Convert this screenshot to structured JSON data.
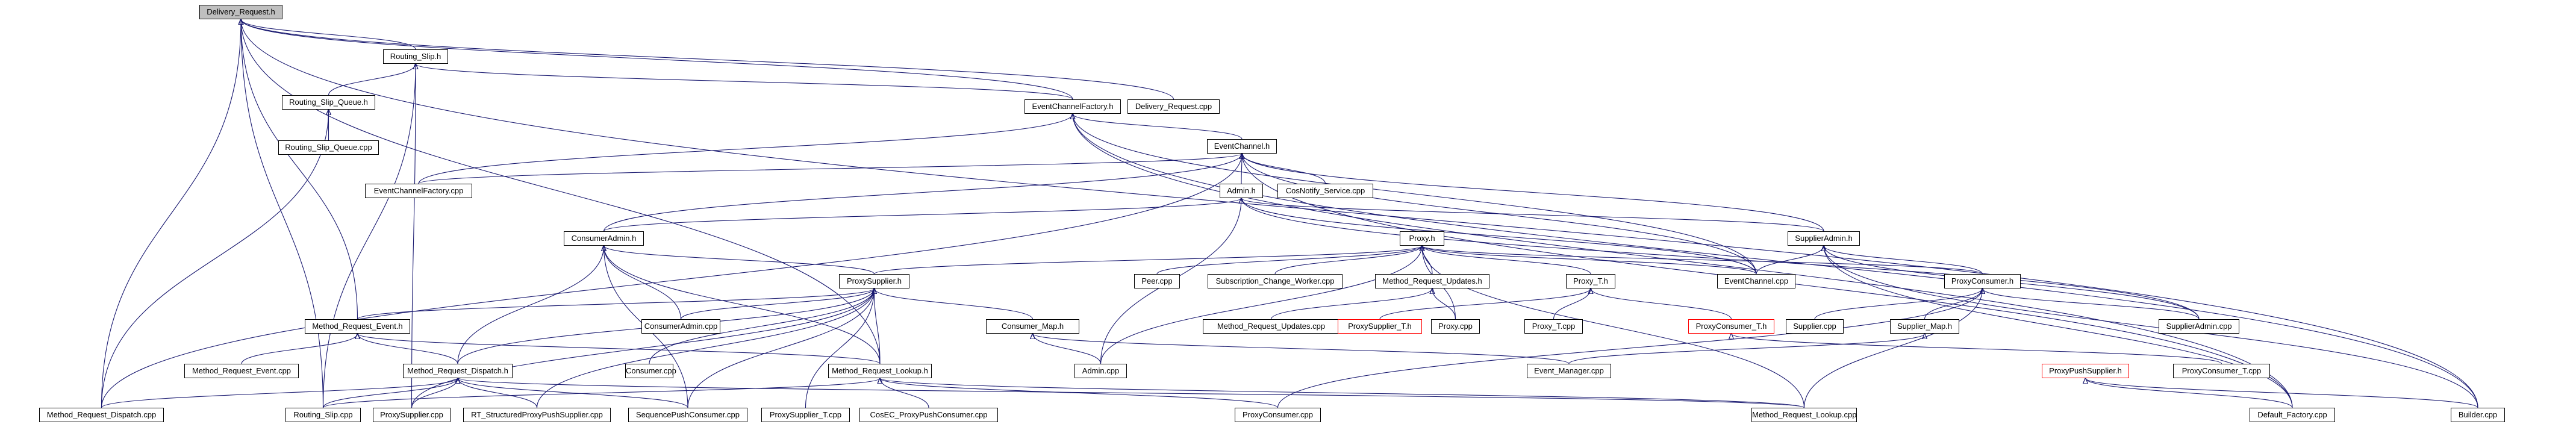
{
  "diagram": {
    "title": "Included-by dependency graph",
    "edge_color": "#191970",
    "root_fill": "#bfbfbf",
    "truncated_border": "#ff0000",
    "nodes": [
      {
        "id": "delivery_request_h",
        "label": "Delivery_Request.h",
        "kind": "root"
      },
      {
        "id": "routing_slip_h",
        "label": "Routing_Slip.h",
        "kind": "normal"
      },
      {
        "id": "routing_slip_queue_h",
        "label": "Routing_Slip_Queue.h",
        "kind": "normal"
      },
      {
        "id": "eventchannelfactory_h",
        "label": "EventChannelFactory.h",
        "kind": "normal"
      },
      {
        "id": "delivery_request_cpp",
        "label": "Delivery_Request.cpp",
        "kind": "normal"
      },
      {
        "id": "routing_slip_queue_cpp",
        "label": "Routing_Slip_Queue.cpp",
        "kind": "normal"
      },
      {
        "id": "eventchannel_h",
        "label": "EventChannel.h",
        "kind": "normal"
      },
      {
        "id": "eventchannelfactory_cpp",
        "label": "EventChannelFactory.cpp",
        "kind": "normal"
      },
      {
        "id": "admin_h",
        "label": "Admin.h",
        "kind": "normal"
      },
      {
        "id": "cosnotify_service_cpp",
        "label": "CosNotify_Service.cpp",
        "kind": "normal"
      },
      {
        "id": "consumeradmin_h",
        "label": "ConsumerAdmin.h",
        "kind": "normal"
      },
      {
        "id": "proxy_h",
        "label": "Proxy.h",
        "kind": "normal"
      },
      {
        "id": "supplieradmin_h",
        "label": "SupplierAdmin.h",
        "kind": "normal"
      },
      {
        "id": "proxysupplier_h",
        "label": "ProxySupplier.h",
        "kind": "normal"
      },
      {
        "id": "peer_cpp",
        "label": "Peer.cpp",
        "kind": "normal"
      },
      {
        "id": "subscription_change_worker_cpp",
        "label": "Subscription_Change_Worker.cpp",
        "kind": "normal"
      },
      {
        "id": "method_request_updates_h",
        "label": "Method_Request_Updates.h",
        "kind": "normal"
      },
      {
        "id": "proxy_t_h",
        "label": "Proxy_T.h",
        "kind": "normal"
      },
      {
        "id": "eventchannel_cpp",
        "label": "EventChannel.cpp",
        "kind": "normal"
      },
      {
        "id": "proxyconsumer_h",
        "label": "ProxyConsumer.h",
        "kind": "normal"
      },
      {
        "id": "consumeradmin_cpp",
        "label": "ConsumerAdmin.cpp",
        "kind": "normal"
      },
      {
        "id": "method_request_event_h",
        "label": "Method_Request_Event.h",
        "kind": "normal"
      },
      {
        "id": "consumer_map_h",
        "label": "Consumer_Map.h",
        "kind": "normal"
      },
      {
        "id": "method_request_updates_cpp",
        "label": "Method_Request_Updates.cpp",
        "kind": "normal"
      },
      {
        "id": "proxysupplier_t_h",
        "label": "ProxySupplier_T.h",
        "kind": "truncated"
      },
      {
        "id": "proxy_cpp",
        "label": "Proxy.cpp",
        "kind": "normal"
      },
      {
        "id": "proxy_t_cpp",
        "label": "Proxy_T.cpp",
        "kind": "normal"
      },
      {
        "id": "proxyconsumer_t_h",
        "label": "ProxyConsumer_T.h",
        "kind": "truncated"
      },
      {
        "id": "supplier_cpp",
        "label": "Supplier.cpp",
        "kind": "normal"
      },
      {
        "id": "supplier_map_h",
        "label": "Supplier_Map.h",
        "kind": "normal"
      },
      {
        "id": "supplieradmin_cpp",
        "label": "SupplierAdmin.cpp",
        "kind": "normal"
      },
      {
        "id": "method_request_event_cpp",
        "label": "Method_Request_Event.cpp",
        "kind": "normal"
      },
      {
        "id": "method_request_dispatch_h",
        "label": "Method_Request_Dispatch.h",
        "kind": "normal"
      },
      {
        "id": "consumer_cpp",
        "label": "Consumer.cpp",
        "kind": "normal"
      },
      {
        "id": "method_request_lookup_h",
        "label": "Method_Request_Lookup.h",
        "kind": "normal"
      },
      {
        "id": "admin_cpp",
        "label": "Admin.cpp",
        "kind": "normal"
      },
      {
        "id": "event_manager_cpp",
        "label": "Event_Manager.cpp",
        "kind": "normal"
      },
      {
        "id": "proxypushsupplier_h",
        "label": "ProxyPushSupplier.h",
        "kind": "truncated"
      },
      {
        "id": "proxyconsumer_t_cpp",
        "label": "ProxyConsumer_T.cpp",
        "kind": "normal"
      },
      {
        "id": "method_request_dispatch_cpp",
        "label": "Method_Request_Dispatch.cpp",
        "kind": "normal"
      },
      {
        "id": "routing_slip_cpp",
        "label": "Routing_Slip.cpp",
        "kind": "normal"
      },
      {
        "id": "proxysupplier_cpp",
        "label": "ProxySupplier.cpp",
        "kind": "normal"
      },
      {
        "id": "rt_structuredproxypushsupplier_cpp",
        "label": "RT_StructuredProxyPushSupplier.cpp",
        "kind": "normal"
      },
      {
        "id": "sequencepushconsumer_cpp",
        "label": "SequencePushConsumer.cpp",
        "kind": "normal"
      },
      {
        "id": "proxysupplier_t_cpp",
        "label": "ProxySupplier_T.cpp",
        "kind": "normal"
      },
      {
        "id": "cosec_proxypushconsumer_cpp",
        "label": "CosEC_ProxyPushConsumer.cpp",
        "kind": "normal"
      },
      {
        "id": "proxyconsumer_cpp",
        "label": "ProxyConsumer.cpp",
        "kind": "normal"
      },
      {
        "id": "method_request_lookup_cpp",
        "label": "Method_Request_Lookup.cpp",
        "kind": "normal"
      },
      {
        "id": "default_factory_cpp",
        "label": "Default_Factory.cpp",
        "kind": "normal"
      },
      {
        "id": "builder_cpp",
        "label": "Builder.cpp",
        "kind": "normal"
      }
    ],
    "edges": [
      [
        "routing_slip_h",
        "delivery_request_h"
      ],
      [
        "delivery_request_cpp",
        "delivery_request_h"
      ],
      [
        "eventchannelfactory_h",
        "delivery_request_h"
      ],
      [
        "method_request_dispatch_cpp",
        "delivery_request_h"
      ],
      [
        "routing_slip_cpp",
        "delivery_request_h"
      ],
      [
        "method_request_event_h",
        "delivery_request_h"
      ],
      [
        "method_request_lookup_h",
        "delivery_request_h"
      ],
      [
        "builder_cpp",
        "delivery_request_h"
      ],
      [
        "routing_slip_queue_h",
        "routing_slip_h"
      ],
      [
        "eventchannelfactory_h",
        "routing_slip_h"
      ],
      [
        "routing_slip_cpp",
        "routing_slip_h"
      ],
      [
        "proxysupplier_cpp",
        "routing_slip_h"
      ],
      [
        "routing_slip_queue_cpp",
        "routing_slip_queue_h"
      ],
      [
        "method_request_dispatch_cpp",
        "routing_slip_queue_h"
      ],
      [
        "eventchannel_h",
        "eventchannelfactory_h"
      ],
      [
        "eventchannelfactory_cpp",
        "eventchannelfactory_h"
      ],
      [
        "eventchannel_cpp",
        "eventchannelfactory_h"
      ],
      [
        "default_factory_cpp",
        "eventchannelfactory_h"
      ],
      [
        "builder_cpp",
        "eventchannelfactory_h"
      ],
      [
        "admin_h",
        "eventchannel_h"
      ],
      [
        "cosnotify_service_cpp",
        "eventchannel_h"
      ],
      [
        "eventchannelfactory_cpp",
        "eventchannel_h"
      ],
      [
        "eventchannel_cpp",
        "eventchannel_h"
      ],
      [
        "consumeradmin_h",
        "eventchannel_h"
      ],
      [
        "supplieradmin_h",
        "eventchannel_h"
      ],
      [
        "method_request_dispatch_cpp",
        "eventchannel_h"
      ],
      [
        "default_factory_cpp",
        "eventchannel_h"
      ],
      [
        "consumeradmin_h",
        "admin_h"
      ],
      [
        "supplieradmin_h",
        "admin_h"
      ],
      [
        "admin_cpp",
        "admin_h"
      ],
      [
        "eventchannel_cpp",
        "admin_h"
      ],
      [
        "supplieradmin_cpp",
        "admin_h"
      ],
      [
        "proxysupplier_h",
        "consumeradmin_h"
      ],
      [
        "consumeradmin_cpp",
        "consumeradmin_h"
      ],
      [
        "method_request_dispatch_h",
        "consumeradmin_h"
      ],
      [
        "method_request_lookup_h",
        "consumeradmin_h"
      ],
      [
        "sequencepushconsumer_cpp",
        "consumeradmin_h"
      ],
      [
        "proxysupplier_h",
        "proxy_h"
      ],
      [
        "proxyconsumer_h",
        "proxy_h"
      ],
      [
        "peer_cpp",
        "proxy_h"
      ],
      [
        "subscription_change_worker_cpp",
        "proxy_h"
      ],
      [
        "method_request_updates_h",
        "proxy_h"
      ],
      [
        "proxy_t_h",
        "proxy_h"
      ],
      [
        "eventchannel_cpp",
        "proxy_h"
      ],
      [
        "proxy_cpp",
        "proxy_h"
      ],
      [
        "admin_cpp",
        "proxy_h"
      ],
      [
        "method_request_lookup_cpp",
        "proxy_h"
      ],
      [
        "method_request_updates_cpp",
        "method_request_updates_h"
      ],
      [
        "proxy_cpp",
        "method_request_updates_h"
      ],
      [
        "proxy_t_cpp",
        "proxy_t_h"
      ],
      [
        "proxysupplier_t_h",
        "proxy_t_h"
      ],
      [
        "proxyconsumer_t_h",
        "proxy_t_h"
      ],
      [
        "proxyconsumer_h",
        "supplieradmin_h"
      ],
      [
        "supplieradmin_cpp",
        "supplieradmin_h"
      ],
      [
        "eventchannel_cpp",
        "supplieradmin_h"
      ],
      [
        "default_factory_cpp",
        "supplieradmin_h"
      ],
      [
        "builder_cpp",
        "supplieradmin_h"
      ],
      [
        "supplier_cpp",
        "proxyconsumer_h"
      ],
      [
        "supplier_map_h",
        "proxyconsumer_h"
      ],
      [
        "supplieradmin_cpp",
        "proxyconsumer_h"
      ],
      [
        "method_request_lookup_cpp",
        "proxyconsumer_h"
      ],
      [
        "proxyconsumer_cpp",
        "proxyconsumer_h"
      ],
      [
        "consumeradmin_cpp",
        "proxysupplier_h"
      ],
      [
        "consumer_cpp",
        "proxysupplier_h"
      ],
      [
        "method_request_event_h",
        "proxysupplier_h"
      ],
      [
        "consumer_map_h",
        "proxysupplier_h"
      ],
      [
        "method_request_dispatch_h",
        "proxysupplier_h"
      ],
      [
        "method_request_lookup_h",
        "proxysupplier_h"
      ],
      [
        "proxysupplier_cpp",
        "proxysupplier_h"
      ],
      [
        "rt_structuredproxypushsupplier_cpp",
        "proxysupplier_h"
      ],
      [
        "sequencepushconsumer_cpp",
        "proxysupplier_h"
      ],
      [
        "proxysupplier_t_cpp",
        "proxysupplier_h"
      ],
      [
        "admin_cpp",
        "consumer_map_h"
      ],
      [
        "event_manager_cpp",
        "consumer_map_h"
      ],
      [
        "method_request_event_cpp",
        "method_request_event_h"
      ],
      [
        "method_request_dispatch_h",
        "method_request_event_h"
      ],
      [
        "method_request_lookup_h",
        "method_request_event_h"
      ],
      [
        "method_request_dispatch_cpp",
        "method_request_dispatch_h"
      ],
      [
        "routing_slip_cpp",
        "method_request_dispatch_h"
      ],
      [
        "proxysupplier_cpp",
        "method_request_dispatch_h"
      ],
      [
        "rt_structuredproxypushsupplier_cpp",
        "method_request_dispatch_h"
      ],
      [
        "sequencepushconsumer_cpp",
        "method_request_dispatch_h"
      ],
      [
        "method_request_lookup_cpp",
        "method_request_dispatch_h"
      ],
      [
        "cosec_proxypushconsumer_cpp",
        "method_request_lookup_h"
      ],
      [
        "proxyconsumer_cpp",
        "method_request_lookup_h"
      ],
      [
        "method_request_lookup_cpp",
        "method_request_lookup_h"
      ],
      [
        "routing_slip_cpp",
        "method_request_lookup_h"
      ],
      [
        "event_manager_cpp",
        "supplier_map_h"
      ],
      [
        "proxyconsumer_t_cpp",
        "proxyconsumer_t_h"
      ],
      [
        "default_factory_cpp",
        "proxypushsupplier_h"
      ],
      [
        "builder_cpp",
        "proxypushsupplier_h"
      ]
    ]
  }
}
